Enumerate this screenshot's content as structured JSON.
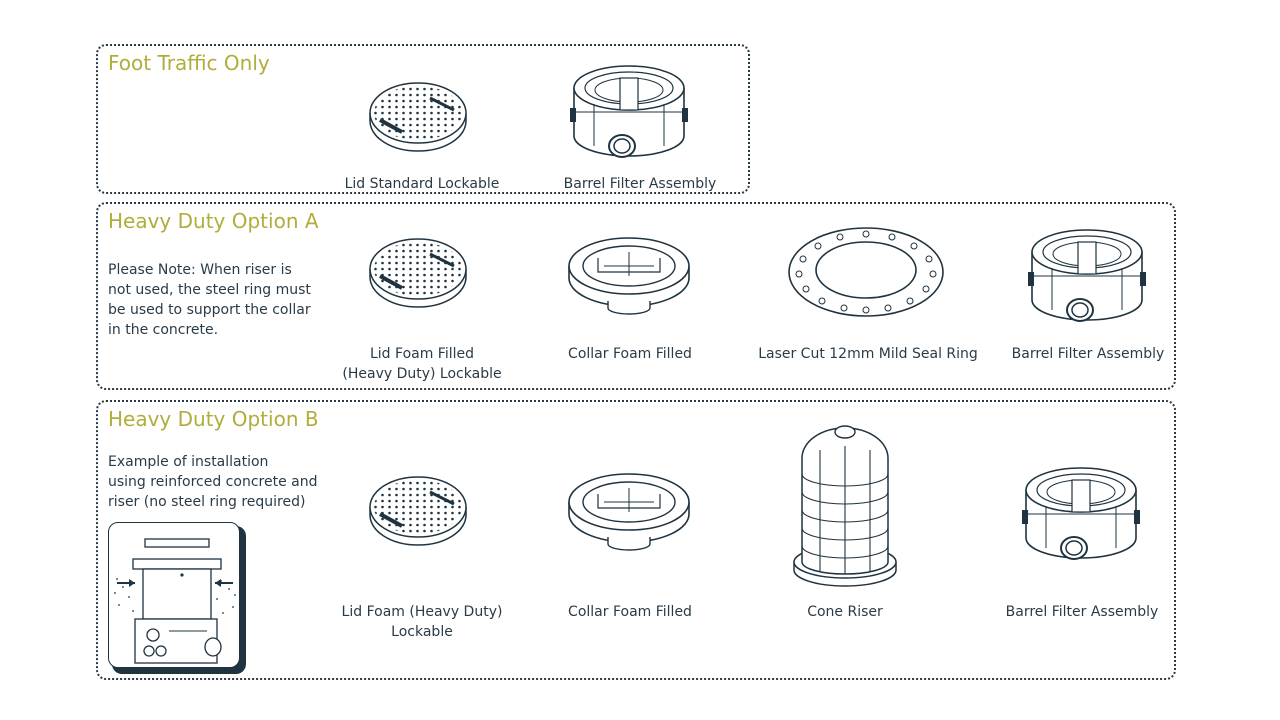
{
  "panels": {
    "foot": {
      "title": "Foot Traffic Only",
      "items": [
        {
          "caption": "Lid Standard Lockable",
          "icon": "perforated-lid-icon"
        },
        {
          "caption": "Barrel Filter Assembly",
          "icon": "barrel-filter-icon"
        }
      ]
    },
    "optionA": {
      "title": "Heavy Duty Option A",
      "note": "Please Note: When riser is\nnot used, the steel ring must\nbe used to support the collar\nin the concrete.",
      "items": [
        {
          "caption": "Lid Foam Filled\n(Heavy Duty) Lockable",
          "icon": "perforated-lid-icon"
        },
        {
          "caption": "Collar Foam Filled",
          "icon": "collar-icon"
        },
        {
          "caption": "Laser Cut 12mm Mild Seal Ring",
          "icon": "seal-ring-icon"
        },
        {
          "caption": "Barrel Filter Assembly",
          "icon": "barrel-filter-icon"
        }
      ]
    },
    "optionB": {
      "title": "Heavy Duty Option B",
      "note": "Example of installation\nusing reinforced concrete and\nriser (no steel ring required)",
      "items": [
        {
          "caption": "Lid Foam (Heavy Duty)\nLockable",
          "icon": "perforated-lid-icon"
        },
        {
          "caption": "Collar Foam Filled",
          "icon": "collar-icon"
        },
        {
          "caption": "Cone Riser",
          "icon": "cone-riser-icon"
        },
        {
          "caption": "Barrel Filter Assembly",
          "icon": "barrel-filter-icon"
        }
      ]
    }
  },
  "colors": {
    "title": "#b0ad3a",
    "text": "#2a3b48",
    "line": "#1f3340"
  }
}
